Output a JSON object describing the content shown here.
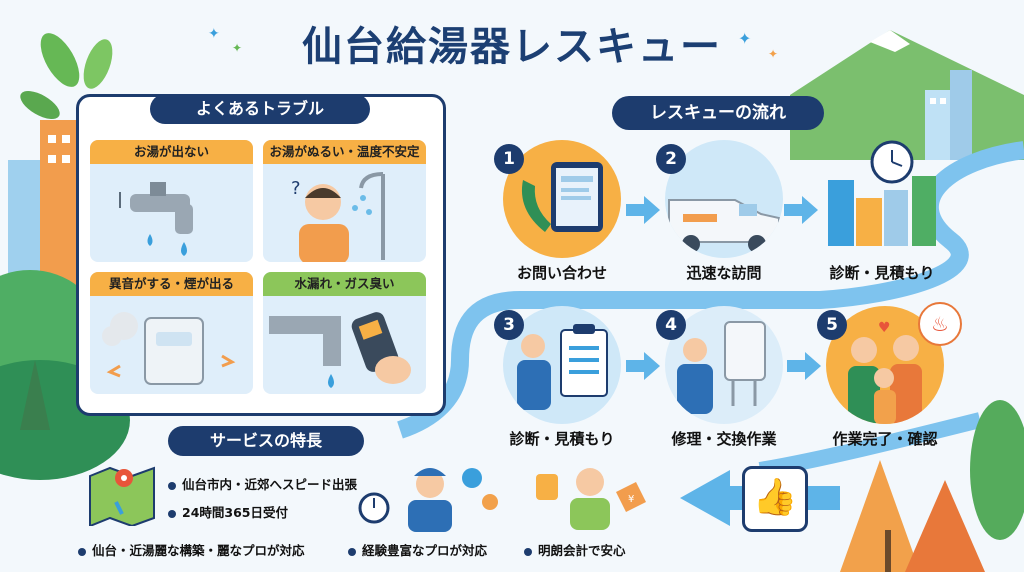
{
  "title": "仙台給湯器レスキュー",
  "troubles": {
    "heading": "よくあるトラブル",
    "items": [
      {
        "label": "お湯が出ない"
      },
      {
        "label": "お湯がぬるい・温度不安定"
      },
      {
        "label": "異音がする・煙が出る"
      },
      {
        "label": "水漏れ・ガス臭い"
      }
    ]
  },
  "flow": {
    "heading": "レスキューの流れ",
    "steps": [
      {
        "num": "1",
        "label": "お問い合わせ"
      },
      {
        "num": "2",
        "label": "迅速な訪問"
      },
      {
        "num": "",
        "label": "診断・見積もり"
      },
      {
        "num": "3",
        "label": "診断・見積もり"
      },
      {
        "num": "4",
        "label": "修理・交換作業"
      },
      {
        "num": "5",
        "label": "作業完了・確認"
      }
    ]
  },
  "features": {
    "heading": "サービスの特長",
    "items": [
      {
        "label": "仙台市内・近郊へスピード出張"
      },
      {
        "label": "24時間365日受付"
      },
      {
        "label": "仙台・近湯麗な構築・麗なプロが対応"
      },
      {
        "label": "経験豊富なプロが対応"
      },
      {
        "label": "明朗会計で安心"
      }
    ]
  },
  "colors": {
    "navy": "#1d3c6e",
    "orange": "#f7b045",
    "green": "#8cc65a",
    "sky": "#3a9fdc"
  }
}
